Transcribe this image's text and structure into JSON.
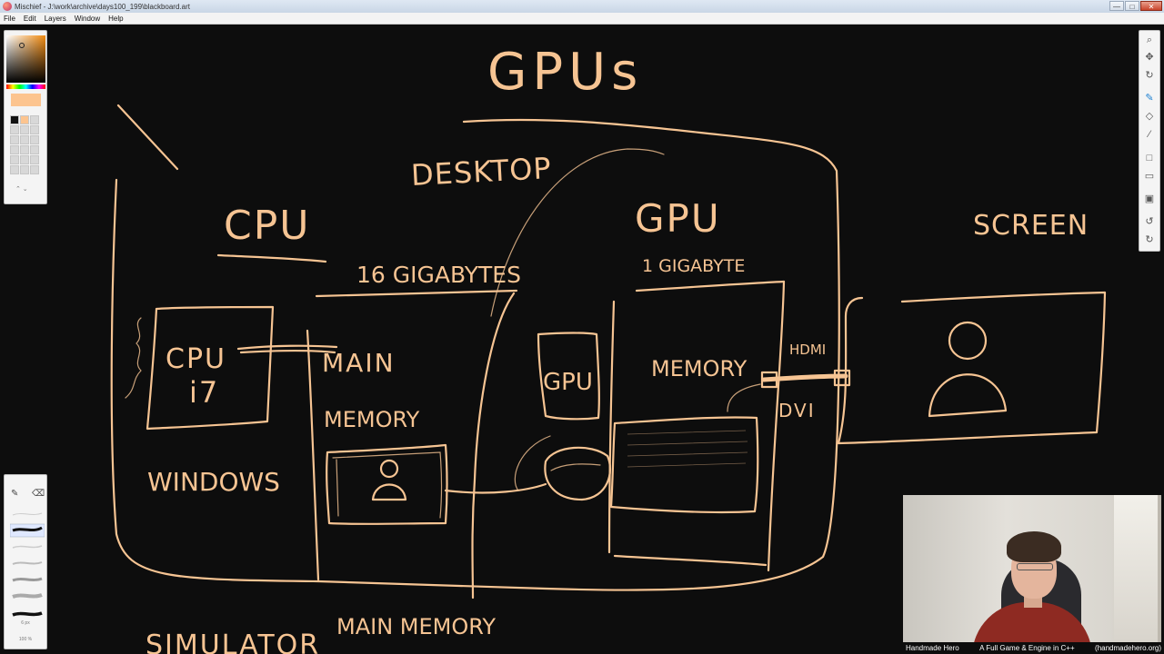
{
  "window": {
    "title": "Mischief - J:\\work\\archive\\days100_199\\blackboard.art",
    "app_icon": "mischief-logo-icon",
    "controls": {
      "minimize": "—",
      "maximize": "□",
      "close": "✕"
    }
  },
  "menu": [
    "File",
    "Edit",
    "Layers",
    "Window",
    "Help"
  ],
  "ink_color": "#f6c493",
  "current_color": "#fcc48f",
  "canvas_text": {
    "gpus": "GPUs",
    "desktop": "DESKTOP",
    "cpu_title": "CPU",
    "gpu_title": "GPU",
    "screen": "SCREEN",
    "cpu_ram": "16 GIGABYTES",
    "gpu_ram": "1 GIGABYTE",
    "cpu_chip": "CPU",
    "cpu_model": "i7",
    "main_label": "MAIN",
    "memory_label": "MEMORY",
    "gpu_chip": "GPU",
    "gpu_memory": "MEMORY",
    "hdmi": "HDMI",
    "dvi": "DVI",
    "windows": "WINDOWS",
    "bottom_left": "SIMULATOR",
    "bottom_main": "MAIN MEMORY"
  },
  "brush_panel": {
    "size": "6 px",
    "opacity": "100 %"
  },
  "footer": {
    "left": "Handmade Hero",
    "center": "A Full Game & Engine in C++",
    "right": "(handmadehero.org)"
  }
}
